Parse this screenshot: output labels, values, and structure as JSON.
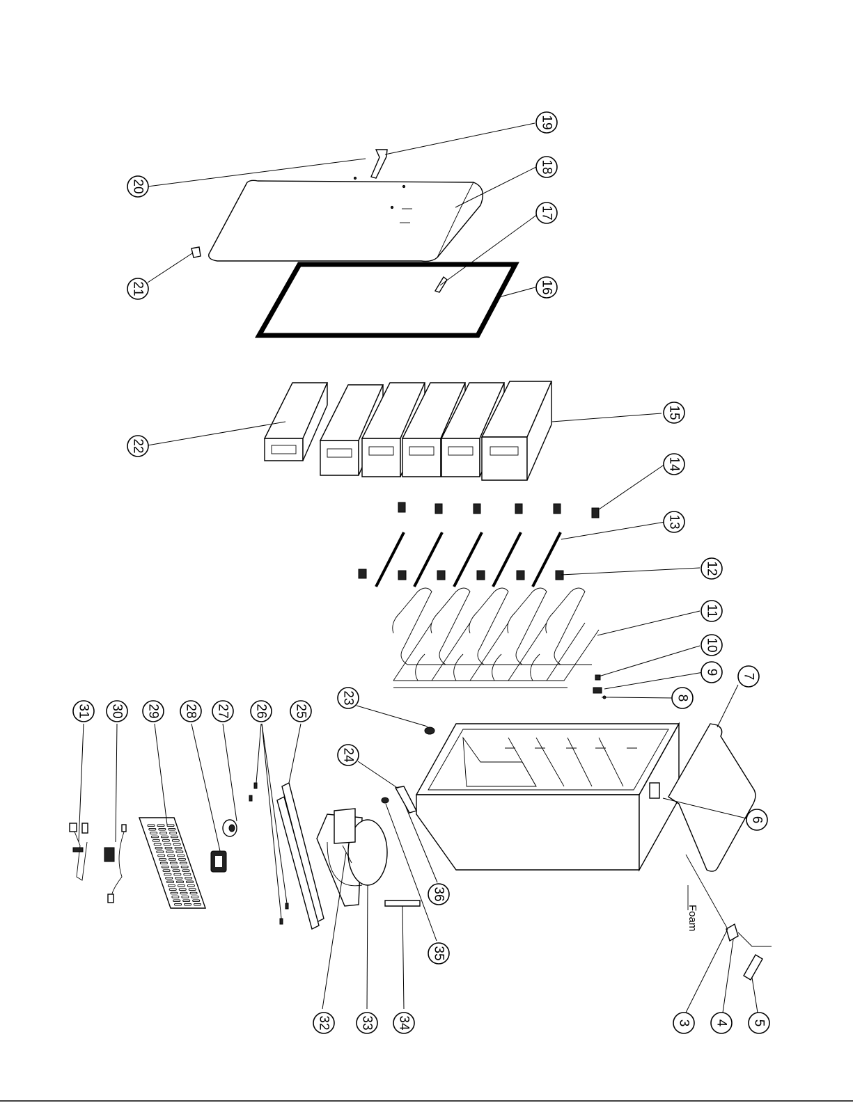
{
  "callouts": [
    {
      "label": "19"
    },
    {
      "label": "18"
    },
    {
      "label": "20"
    },
    {
      "label": "17"
    },
    {
      "label": "16"
    },
    {
      "label": "21"
    },
    {
      "label": "22"
    },
    {
      "label": "15"
    },
    {
      "label": "14"
    },
    {
      "label": "13"
    },
    {
      "label": "12"
    },
    {
      "label": "11"
    },
    {
      "label": "10"
    },
    {
      "label": "9"
    },
    {
      "label": "8"
    },
    {
      "label": "7"
    },
    {
      "label": "6"
    },
    {
      "label": "23"
    },
    {
      "label": "24"
    },
    {
      "label": "25"
    },
    {
      "label": "26"
    },
    {
      "label": "27"
    },
    {
      "label": "28"
    },
    {
      "label": "29"
    },
    {
      "label": "30"
    },
    {
      "label": "31"
    },
    {
      "label": "32"
    },
    {
      "label": "33"
    },
    {
      "label": "34"
    },
    {
      "label": "35"
    },
    {
      "label": "36"
    },
    {
      "label": "3"
    },
    {
      "label": "4"
    },
    {
      "label": "5"
    }
  ],
  "annotations": {
    "foam": "Foam"
  }
}
